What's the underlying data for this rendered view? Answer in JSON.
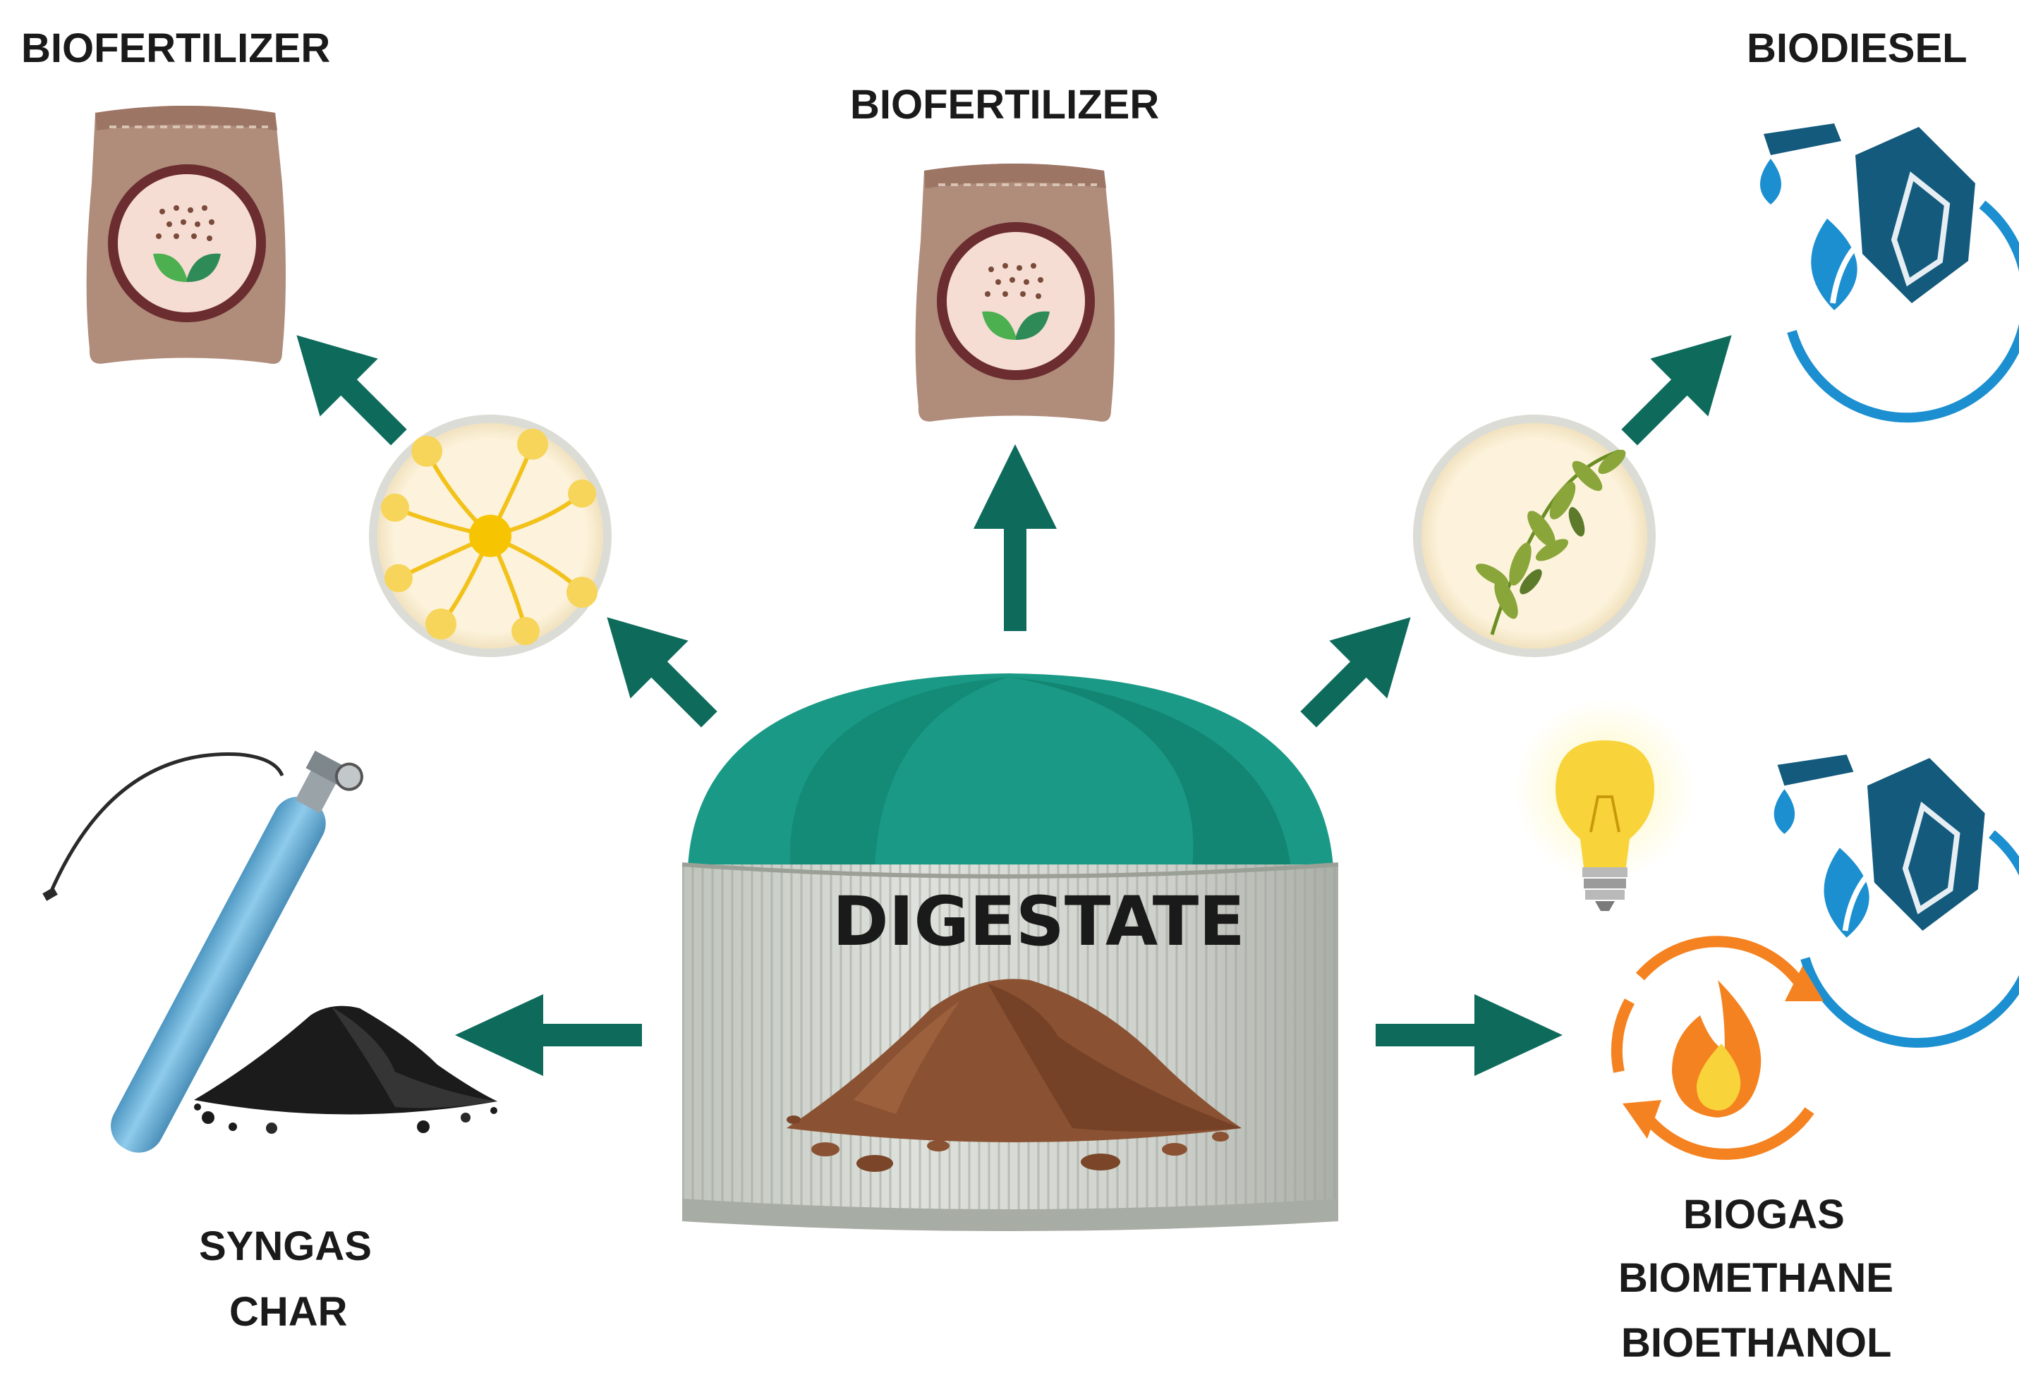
{
  "labels": {
    "biofertilizer_left": "BIOFERTILIZER",
    "biofertilizer_center": "BIOFERTILIZER",
    "biodiesel": "BIODIESEL",
    "digestate": "DIGESTATE",
    "syngas": "SYNGAS",
    "char": "CHAR",
    "biogas": "BIOGAS",
    "biomethane": "BIOMETHANE",
    "bioethanol": "BIOETHANOL"
  },
  "colors": {
    "arrow": "#0e6b5c",
    "dome": "#1a9a86",
    "dome_dark": "#0f7f6c",
    "tank": "#c9ccc7",
    "soil": "#8a5232",
    "bag": "#b08c7b",
    "fuel_blue": "#1b8fd0",
    "fuel_can": "#135a7d",
    "flame_orange": "#f58220",
    "bulb_yellow": "#f8d43a",
    "gas_cylinder": "#6fb5db",
    "char_black": "#1b1b1b"
  },
  "icons": [
    "fertilizer-bag-icon",
    "fungus-petri-dish-icon",
    "algae-petri-dish-icon",
    "biodiesel-can-icon",
    "light-bulb-icon",
    "flame-cycle-icon",
    "gas-cylinder-icon",
    "char-pile-icon",
    "digester-tank-icon"
  ]
}
